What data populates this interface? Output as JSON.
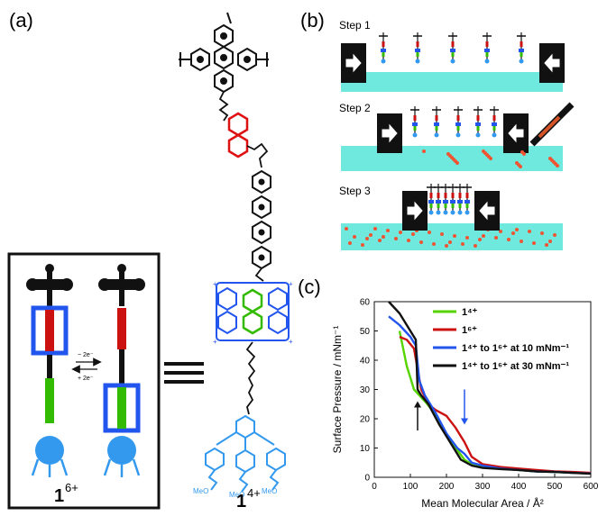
{
  "panels": {
    "a": "(a)",
    "b": "(b)",
    "c": "(c)"
  },
  "panel_a": {
    "left_compound_label": "1",
    "left_compound_charge": "6+",
    "right_compound_label": "1",
    "right_compound_charge": "4+",
    "redox_top": "− 2e⁻",
    "redox_bottom": "+ 2e⁻",
    "methoxy": "MeO"
  },
  "panel_b": {
    "step1": "Step 1",
    "step2": "Step 2",
    "step3": "Step 3"
  },
  "chart_data": {
    "type": "line",
    "xlabel": "Mean Molecular Area / Å²",
    "ylabel": "Surface Pressure / mNm⁻¹",
    "xlim": [
      0,
      600
    ],
    "ylim": [
      0,
      60
    ],
    "x_ticks": [
      "0",
      "100",
      "200",
      "300",
      "400",
      "500",
      "600"
    ],
    "y_ticks": [
      "0",
      "10",
      "20",
      "30",
      "40",
      "50",
      "60"
    ],
    "grid": false,
    "legend_position": "top-right",
    "series": [
      {
        "name": "1⁴⁺",
        "color": "#55d400",
        "x": [
          70,
          90,
          110,
          125,
          140,
          160,
          190,
          220,
          250,
          275,
          300,
          350,
          400,
          450,
          500,
          550,
          600
        ],
        "y": [
          50,
          38,
          30,
          28,
          26,
          23,
          17,
          11,
          6,
          4,
          3.5,
          3,
          2.5,
          2,
          1.8,
          1.5,
          1.3
        ]
      },
      {
        "name": "1⁶⁺",
        "color": "#cc1111",
        "x": [
          70,
          90,
          110,
          130,
          150,
          170,
          200,
          225,
          250,
          270,
          300,
          350,
          400,
          450,
          500,
          550,
          600
        ],
        "y": [
          48,
          47,
          44,
          30,
          25,
          23,
          21,
          17,
          12,
          7,
          4.5,
          3.5,
          3,
          2.5,
          2,
          1.8,
          1.5
        ]
      },
      {
        "name": "1⁴⁺ to 1⁶⁺ at 10 mNm⁻¹",
        "color": "#2255ee",
        "x": [
          40,
          70,
          100,
          115,
          125,
          140,
          170,
          200,
          230,
          250,
          270,
          300,
          350,
          400,
          450,
          500,
          550,
          600
        ],
        "y": [
          55,
          52,
          48,
          45,
          33,
          28,
          22,
          15,
          10,
          8,
          5,
          4,
          3,
          2.5,
          2,
          1.8,
          1.5,
          1.3
        ]
      },
      {
        "name": "1⁴⁺ to 1⁶⁺ at 30 mNm⁻¹",
        "color": "#111111",
        "x": [
          40,
          70,
          100,
          115,
          120,
          130,
          150,
          180,
          210,
          240,
          270,
          300,
          350,
          400,
          450,
          500,
          550,
          600
        ],
        "y": [
          60,
          56,
          50,
          47,
          30,
          28,
          25,
          18,
          12,
          6,
          4,
          3.2,
          2.8,
          2.5,
          2,
          1.8,
          1.5,
          1.2
        ]
      }
    ],
    "annotations": [
      {
        "type": "arrow",
        "color": "#111111",
        "x": 120,
        "y_from": 16,
        "y_to": 26
      },
      {
        "type": "arrow",
        "color": "#2255ee",
        "x": 250,
        "y_from": 30,
        "y_to": 18
      }
    ],
    "colors": {
      "water": "#6fe9dd",
      "particles": "#ee5533",
      "barrier": "#111111"
    }
  }
}
